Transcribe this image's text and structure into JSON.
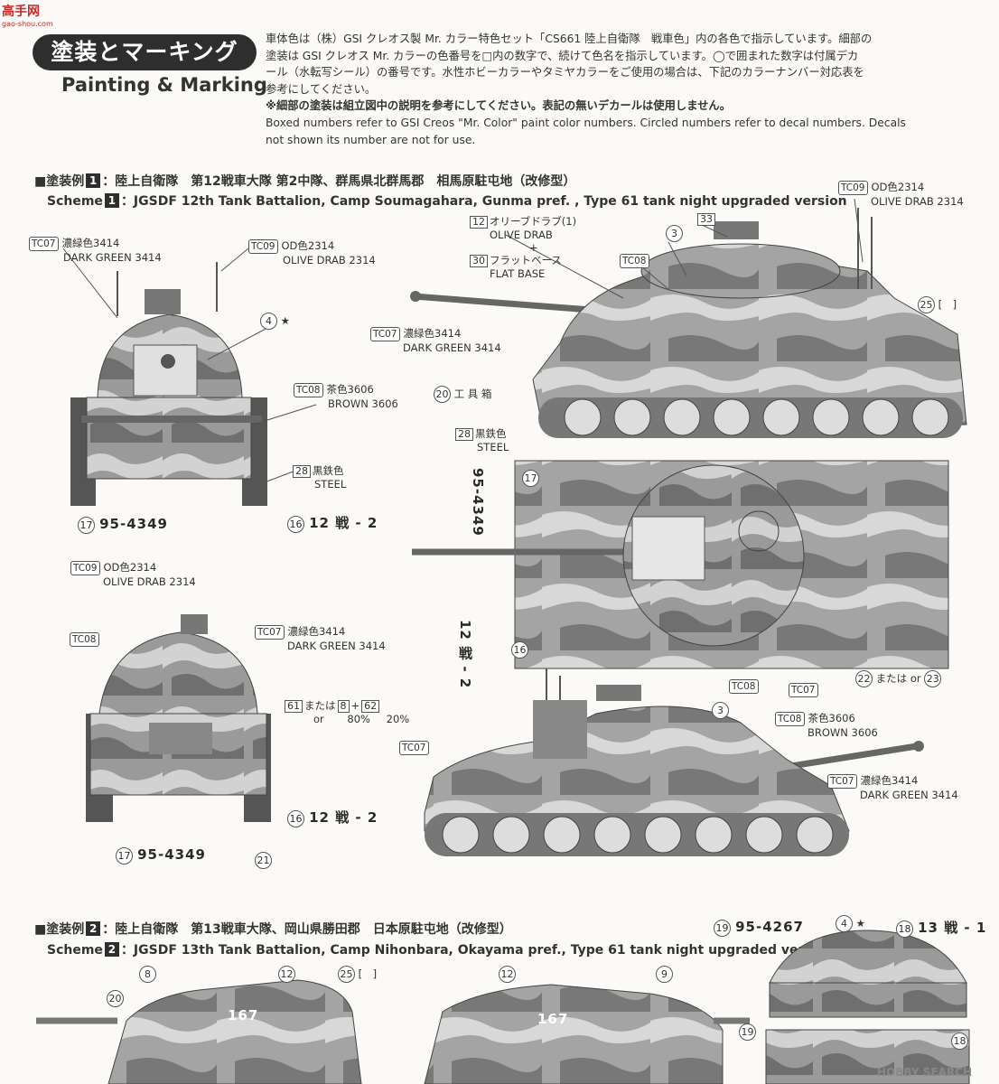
{
  "logo": {
    "name": "高手网",
    "url": "gao-shou.com"
  },
  "header": {
    "title_jp": "塗装とマーキング",
    "title_en": "Painting & Marking"
  },
  "intro": {
    "line1": "車体色は（株）GSI クレオス製 Mr. カラー特色セット「CS661 陸上自衛隊　戦車色」内の各色で指示しています。細部の",
    "line2": "塗装は GSI クレオス Mr. カラーの色番号を□内の数字で、続けて色名を指示しています。◯で囲まれた数字は付属デカ",
    "line3": "ール（水転写シール）の番号です。水性ホビーカラーやタミヤカラーをご使用の場合は、下記のカラーナンバー対応表を",
    "line4": "参考にしてください。",
    "line5": "※細部の塗装は組立図中の説明を参考にしてください。表記の無いデカールは使用しません。",
    "line6": "Boxed numbers refer to GSI Creos \"Mr. Color\" paint color numbers. Circled numbers refer to decal numbers. Decals",
    "line7": "not shown its number are not for use."
  },
  "scheme1": {
    "title_jp_pre": "■塗装例",
    "num": "1",
    "title_jp": "：陸上自衛隊　第12戦車大隊 第2中隊、群馬県北群馬郡　相馬原駐屯地（改修型）",
    "title_en_pre": "Scheme",
    "title_en": "：JGSDF 12th Tank Battalion, Camp Soumagahara, Gunma pref. , Type 61 tank night upgraded version"
  },
  "scheme2": {
    "title_jp_pre": "■塗装例",
    "num": "2",
    "title_jp": "：陸上自衛隊　第13戦車大隊、岡山県勝田郡　日本原駐屯地（改修型）",
    "title_en_pre": "Scheme",
    "title_en": "：JGSDF 13th Tank Battalion, Camp Nihonbara, Okayama pref., Type 61 tank night upgraded ver."
  },
  "colors": {
    "tc07": {
      "code": "TC07",
      "jp": "濃緑色3414",
      "en": "DARK GREEN 3414"
    },
    "tc08": {
      "code": "TC08",
      "jp": "茶色3606",
      "en": "BROWN 3606"
    },
    "tc09": {
      "code": "TC09",
      "jp": "OD色2314",
      "en": "OLIVE DRAB 2314"
    },
    "c12": {
      "code": "12",
      "jp": "オリーブドラブ(1)",
      "en": "OLIVE DRAB"
    },
    "c30": {
      "code": "30",
      "jp": "フラットベース",
      "en": "FLAT BASE"
    },
    "c28": {
      "code": "28",
      "jp": "黒鉄色",
      "en": "STEEL"
    },
    "c33": {
      "code": "33"
    },
    "c61": {
      "code": "61"
    },
    "c8": {
      "code": "8"
    },
    "c62": {
      "code": "62"
    }
  },
  "decals": {
    "d3": "3",
    "d4": "4",
    "d8": "8",
    "d9": "9",
    "d12": "12",
    "d16": "16",
    "d17": "17",
    "d18": "18",
    "d19": "19",
    "d20": "20",
    "d21": "21",
    "d22": "22",
    "d23": "23",
    "d25": "25"
  },
  "markings": {
    "plate1": "95-4349",
    "unit1": "12 戦 - 2",
    "plate2": "95-4267",
    "unit2": "13 戦 - 1",
    "toolbox": "工 具 箱",
    "hull167": "167",
    "plus": "+",
    "or": "or",
    "or_jp": "または",
    "pct80": "80%",
    "pct20": "20%",
    "star": "★",
    "bracket": "[　]"
  },
  "watermark": "HOBBY SEARCH"
}
